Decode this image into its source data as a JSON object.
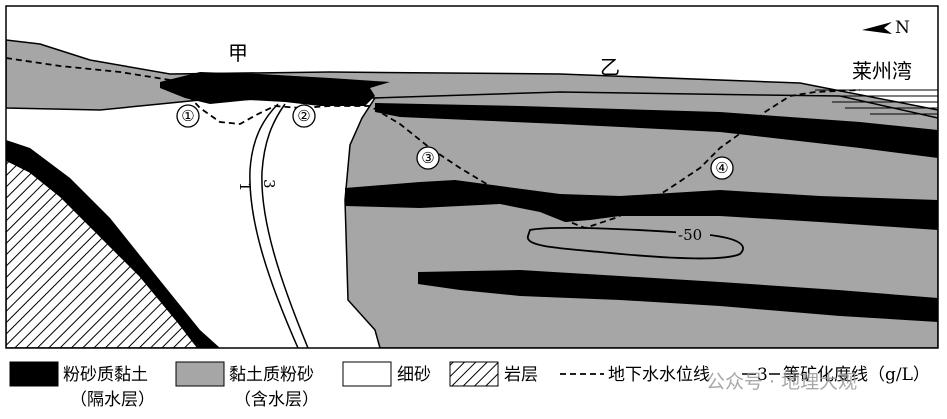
{
  "places": {
    "jia": "甲",
    "yi": "乙",
    "bay": "莱州湾",
    "north": "N"
  },
  "markers": [
    "①",
    "②",
    "③",
    "④"
  ],
  "isolines": {
    "c1": "1",
    "c3": "3",
    "c50": "-50"
  },
  "legend": {
    "silt_clay": {
      "name": "粉砂质黏土",
      "note": "（隔水层）"
    },
    "clay_silt": {
      "name": "黏土质粉砂",
      "note": "（含水层）"
    },
    "fine_sand": {
      "name": "细砂"
    },
    "rock": {
      "name": "岩层"
    },
    "water_table": {
      "name": "地下水水位线"
    },
    "isoline": {
      "sample": "3",
      "name": "等矿化度线（g/L）"
    }
  },
  "watermark": "公众号 · 地理大观",
  "colors": {
    "aquitard": "#000000",
    "aquifer": "#a6a6a6",
    "sand": "#ffffff",
    "sea": "#ffffff"
  }
}
